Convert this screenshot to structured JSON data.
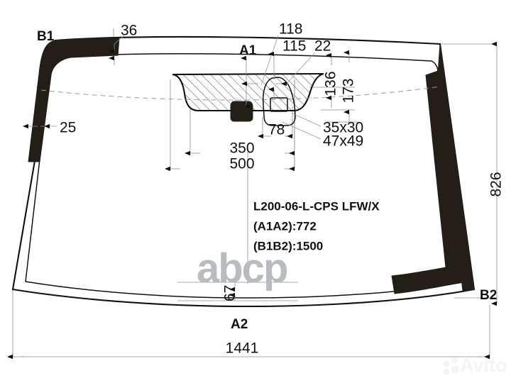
{
  "drawing": {
    "title": "Windshield glass technical drawing",
    "part_code": "L200-06-L-CPS LFW/X",
    "a1a2_label": "(A1A2):772",
    "b1b2_label": "(B1B2):1500"
  },
  "corner_labels": {
    "b1": "B1",
    "b2": "B2",
    "a1": "A1",
    "a2": "A2"
  },
  "dimensions": {
    "top_band": "36",
    "side_band": "25",
    "mirror_offset_118": "118",
    "mirror_offset_115": "115",
    "mirror_width_22": "22",
    "height_136": "136",
    "height_173": "173",
    "sensor_size_1": "35x30",
    "sensor_size_2": "47x49",
    "mirror_base_78": "78",
    "span_350": "350",
    "span_500": "500",
    "overall_height_826": "826",
    "bottom_rise_67": "67",
    "overall_width_1441": "1441"
  },
  "watermarks": {
    "center": "abcp",
    "corner": "Avito"
  },
  "colors": {
    "ink": "#111111",
    "band_black": "#231f18",
    "dimension_gray": "#9a9a9a",
    "watermark_gray": "#b9bcbe",
    "background": "#ffffff"
  }
}
